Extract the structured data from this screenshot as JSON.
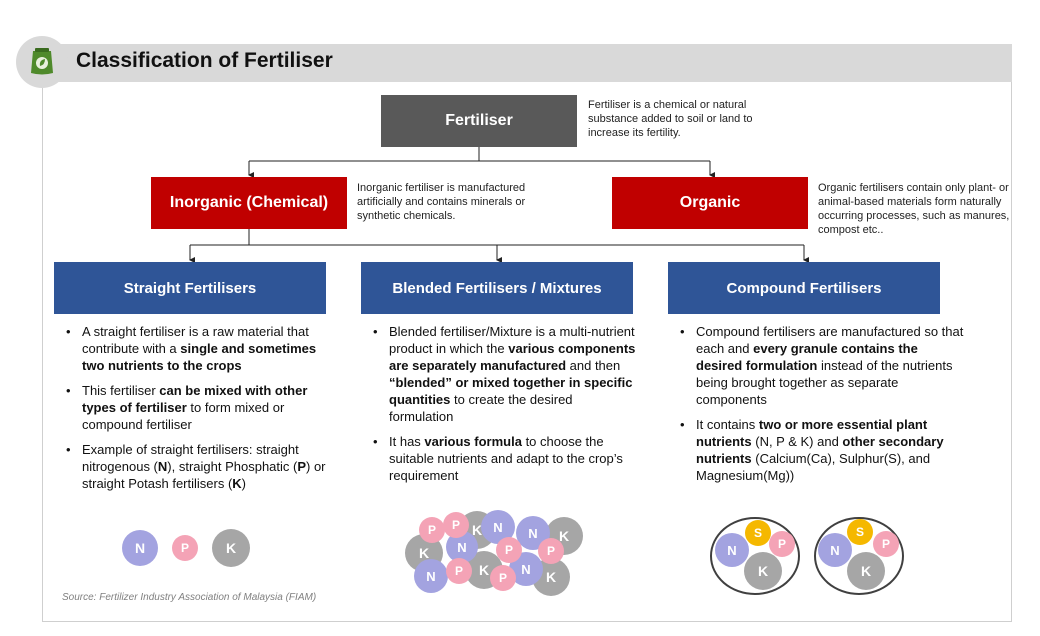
{
  "title": "Classification of Fertiliser",
  "root": {
    "label": "Fertiliser",
    "desc": "Fertiliser is a chemical or natural substance added to soil or land to increase its fertility."
  },
  "inorganic": {
    "label": "Inorganic (Chemical)",
    "desc": "Inorganic fertiliser is manufactured artificially and contains minerals or synthetic chemicals."
  },
  "organic": {
    "label": "Organic",
    "desc": "Organic fertilisers contain only plant- or animal-based materials form naturally occurring processes, such as manures, compost etc.."
  },
  "straight": {
    "label": "Straight Fertilisers",
    "b1_a": "A straight fertiliser is a raw material that contribute with a ",
    "b1_b": "single and sometimes two nutrients to the crops",
    "b2_a": "This fertiliser ",
    "b2_b": "can be mixed with other types of fertiliser",
    "b2_c": " to form mixed or compound fertiliser",
    "b3_a": "Example of straight fertilisers: straight nitrogenous (",
    "b3_n": "N",
    "b3_b": "), straight Phosphatic (",
    "b3_p": "P",
    "b3_c": ") or straight Potash fertilisers (",
    "b3_k": "K",
    "b3_d": ")"
  },
  "blended": {
    "label": "Blended Fertilisers / Mixtures",
    "b1_a": "Blended fertiliser/Mixture  is a multi-nutrient product in which the ",
    "b1_b": "various components are separately manufactured",
    "b1_c": " and then ",
    "b1_d": "“blended” or mixed together in specific quantities",
    "b1_e": " to create the desired formulation",
    "b2_a": "It has ",
    "b2_b": "various formula",
    "b2_c": " to choose the suitable nutrients and adapt to the crop’s requirement"
  },
  "compound": {
    "label": "Compound Fertilisers",
    "b1_a": "Compound fertilisers are manufactured so that each and ",
    "b1_b": "every granule contains the desired formulation",
    "b1_c": " instead of the nutrients being brought together as separate components",
    "b2_a": "It contains ",
    "b2_b": "two or more essential plant nutrients",
    "b2_c": " (N, P & K) and ",
    "b2_d": "other secondary nutrients",
    "b2_e": " (Calcium(Ca), Sulphur(S), and Magnesium(Mg))"
  },
  "nutrients": {
    "n": "N",
    "p": "P",
    "k": "K",
    "s": "S"
  },
  "source": "Source: Fertilizer Industry Association of Malaysia (FIAM)",
  "colors": {
    "root_box": "#595959",
    "category_box": "#c00000",
    "type_box": "#2f5597",
    "nitrogen": "#a3a3e0",
    "phosphorus": "#f4a3b6",
    "potassium": "#a6a6a6",
    "sulphur": "#f5b800"
  }
}
